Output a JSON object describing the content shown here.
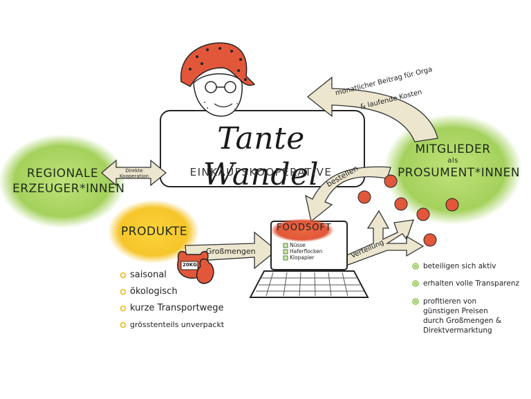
{
  "title": "Tante Wandel",
  "subtitle": "EINKAUFSKOOPERATIVE",
  "producers": "REGIONALE ERZEUGER*INNEN",
  "members": {
    "line1": "MITGLIEDER",
    "als": "als",
    "line2": "PROSUMENT*INNEN"
  },
  "products": "PRODUKTE",
  "arrows": {
    "direct": "Direkte Kooperation",
    "contribution_1": "monatlicher Beitrag für Orga",
    "contribution_2": "& laufende Kosten",
    "order": "bestellen",
    "bulk": "Großmengen",
    "distribution": "Verteilung"
  },
  "foodsoft": {
    "title": "FOODSOFT",
    "items": [
      "Nüsse",
      "Haferflocken",
      "Klopapier"
    ]
  },
  "bag_label": "20KG",
  "product_bullets": [
    "saisonal",
    "ökologisch",
    "kurze Transportwege",
    "grösstenteils unverpackt"
  ],
  "member_bullets": [
    "beteiligen sich aktiv",
    "erhalten volle Transparenz",
    "profitieren von günstigen Preisen durch Großmengen & Direktvermarktung"
  ],
  "colors": {
    "green": "#9fd05a",
    "yellow": "#f6c52a",
    "orange": "#e2573a",
    "arrow_fill": "#ece6cf"
  }
}
